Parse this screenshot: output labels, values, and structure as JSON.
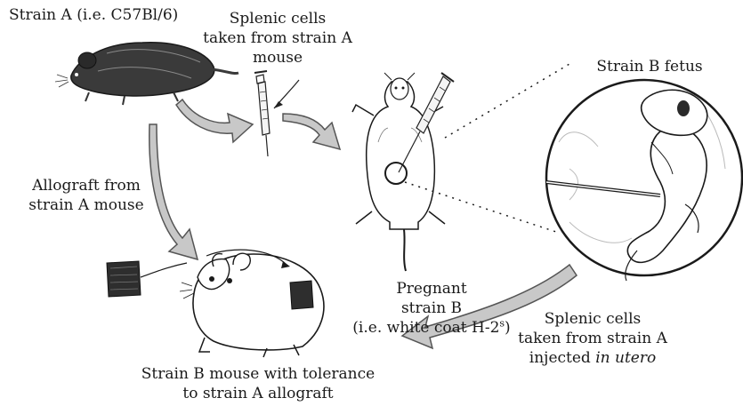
{
  "labels": {
    "strain_a": "Strain A (i.e. C57Bl/6)",
    "splenic_top_1": "Splenic cells",
    "splenic_top_2": "taken from strain A",
    "splenic_top_3": "mouse",
    "strain_b_fetus": "Strain B fetus",
    "allograft_1": "Allograft from",
    "allograft_2": "strain A mouse",
    "pregnant_1": "Pregnant",
    "pregnant_2": "strain B",
    "pregnant_3_pre": "(i.e. white coat H-2",
    "pregnant_3_sup": "s",
    "pregnant_3_post": ")",
    "splenic_bottom_1": "Splenic cells",
    "splenic_bottom_2": "taken from strain A",
    "splenic_bottom_3_pre": "injected ",
    "splenic_bottom_3_ital": "in utero",
    "tolerance_1": "Strain B mouse with tolerance",
    "tolerance_2": "to strain A allograft"
  },
  "colors": {
    "arrow_fill": "#c8c8c8",
    "arrow_stroke": "#555555",
    "ink": "#1a1a1a",
    "dark_fur": "#3a3a3a",
    "graft": "#2e2e2e"
  },
  "icons": {
    "strain_a_mouse": "dark-mouse-icon",
    "syringe_small": "syringe-icon",
    "syringe_pregnant": "syringe-icon",
    "pregnant_mouse": "white-mouse-icon",
    "fetus_circle": "fetus-icon",
    "graft_patch": "skin-graft-icon",
    "tolerant_mouse": "grafted-mouse-icon"
  }
}
